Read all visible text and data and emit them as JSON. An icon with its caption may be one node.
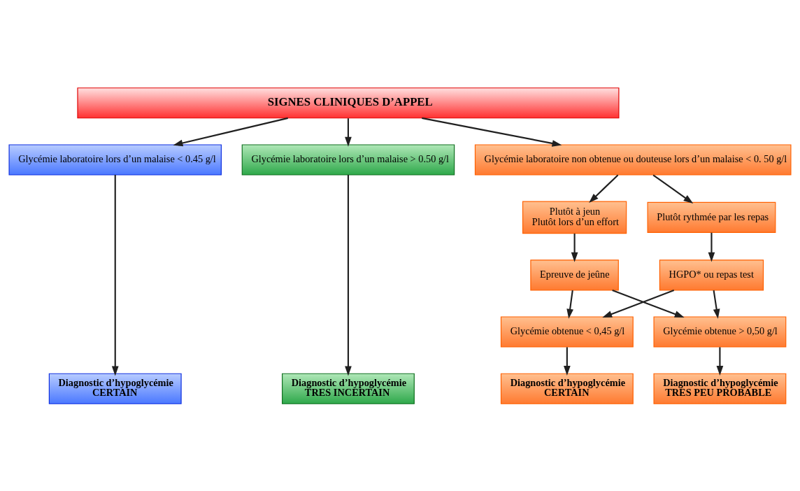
{
  "diagram": {
    "nodes": [
      {
        "text": [
          "SIGNES CLINIQUES D’APPEL"
        ]
      },
      {
        "text": [
          "Glycémie laboratoire lors d’un malaise < 0.45 g/l"
        ]
      },
      {
        "text": [
          "Glycémie laboratoire lors d’un malaise > 0.50 g/l"
        ]
      },
      {
        "text": [
          "Glycémie laboratoire non obtenue ou douteuse lors d’un malaise < 0. 50 g/l"
        ]
      },
      {
        "text": [
          "Plutôt à jeun",
          "Plutôt lors d’un effort"
        ]
      },
      {
        "text": [
          "Plutôt rythmée par les repas"
        ]
      },
      {
        "text": [
          "Epreuve de jeûne"
        ]
      },
      {
        "text": [
          "HGPO* ou repas test"
        ]
      },
      {
        "text": [
          "Glycémie obtenue < 0,45 g/l"
        ]
      },
      {
        "text": [
          "Glycémie obtenue > 0,50 g/l"
        ]
      },
      {
        "text": [
          "Diagnostic d’hypoglycémie",
          "CERTAIN"
        ]
      },
      {
        "text": [
          "Diagnostic d’hypoglycémie",
          "TRES INCERTAIN"
        ]
      },
      {
        "text": [
          "Diagnostic d’hypoglycémie",
          "CERTAIN"
        ]
      },
      {
        "text": [
          "Diagnostic d’hypoglycémie",
          "TRES PEU PROBABLE"
        ]
      }
    ],
    "edges": [
      {
        "from": 0,
        "to": 1,
        "arrow": "to"
      },
      {
        "from": 0,
        "to": 2,
        "arrow": "to"
      },
      {
        "from": 0,
        "to": 3,
        "arrow": "to"
      },
      {
        "from": 1,
        "to": 10,
        "arrow": "to"
      },
      {
        "from": 2,
        "to": 11,
        "arrow": "to"
      },
      {
        "from": 3,
        "to": 4,
        "arrow": "to"
      },
      {
        "from": 3,
        "to": 5,
        "arrow": "to"
      },
      {
        "from": 4,
        "to": 6,
        "arrow": "to"
      },
      {
        "from": 5,
        "to": 7,
        "arrow": "to"
      },
      {
        "from": 6,
        "to": 8,
        "arrow": "to"
      },
      {
        "from": 6,
        "to": 9,
        "arrow": "to"
      },
      {
        "from": 7,
        "to": 8,
        "arrow": "to"
      },
      {
        "from": 7,
        "to": 9,
        "arrow": "to"
      },
      {
        "from": 8,
        "to": 12,
        "arrow": "to"
      },
      {
        "from": 9,
        "to": 13,
        "arrow": "to"
      }
    ]
  }
}
